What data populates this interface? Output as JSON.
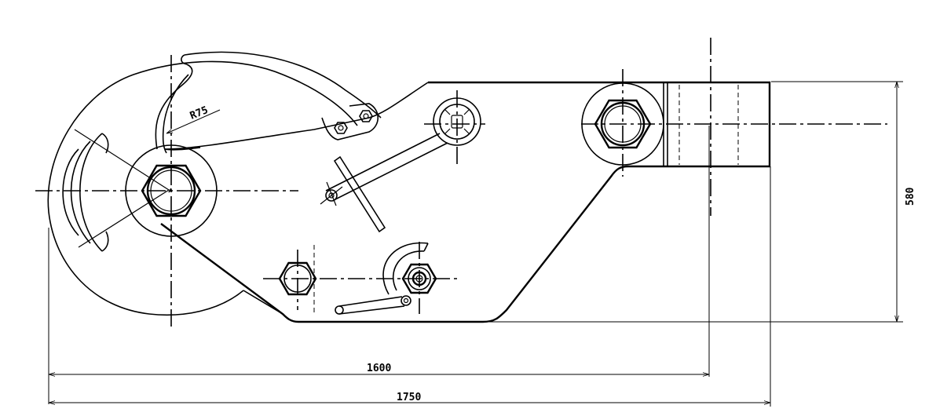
{
  "dimensions": {
    "width_short": "1600",
    "width_long": "1750",
    "height": "580",
    "radius": "R75"
  }
}
